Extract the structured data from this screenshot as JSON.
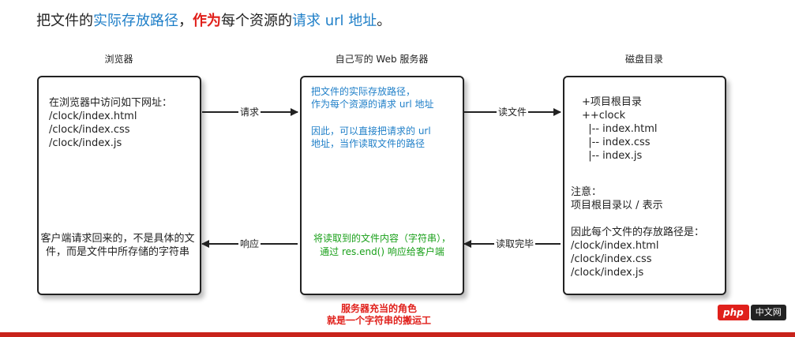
{
  "heading": {
    "part1": "把文件的",
    "part2": "实际存放路径",
    "part3": "，",
    "part4": "作为",
    "part5": "每个资源的",
    "part6": "请求 url 地址",
    "part7": "。"
  },
  "columns": {
    "browser": "浏览器",
    "server": "自己写的 Web 服务器",
    "disk": "磁盘目录"
  },
  "browser_box": {
    "top_text": "在浏览器中访问如下网址：\n/clock/index.html\n/clock/index.css\n/clock/index.js",
    "bottom_text_line1": "客户端请求回来的，不是具体的文",
    "bottom_text_line2": "件，而是文件中所存储的字符串"
  },
  "server_box": {
    "blue_p1_line1": "把文件的实际存放路径，",
    "blue_p1_line2": "作为每个资源的请求 url 地址",
    "blue_p2_line1": "因此，可以直接把请求的 url",
    "blue_p2_line2": "地址，当作读取文件的路径",
    "green_line1": "将读取到的文件内容（字符串），",
    "green_line2": "通过 res.end() 响应给客户端"
  },
  "disk_box": {
    "tree": "+项目根目录\n++clock\n  |-- index.html\n  |-- index.css\n  |-- index.js",
    "note": "注意：\n项目根目录以 / 表示\n\n因此每个文件的存放路径是：\n/clock/index.html\n/clock/index.css\n/clock/index.js"
  },
  "arrows": {
    "request": "请求",
    "read_file": "读文件",
    "response": "响应",
    "read_done": "读取完毕"
  },
  "footer": {
    "line1": "服务器充当的角色",
    "line2": "就是一个字符串的搬运工"
  },
  "watermark": {
    "brand": "php",
    "suffix": "中文网"
  },
  "colors": {
    "blue": "#1f7fc8",
    "red": "#e0201b",
    "green": "#1aa01a"
  }
}
